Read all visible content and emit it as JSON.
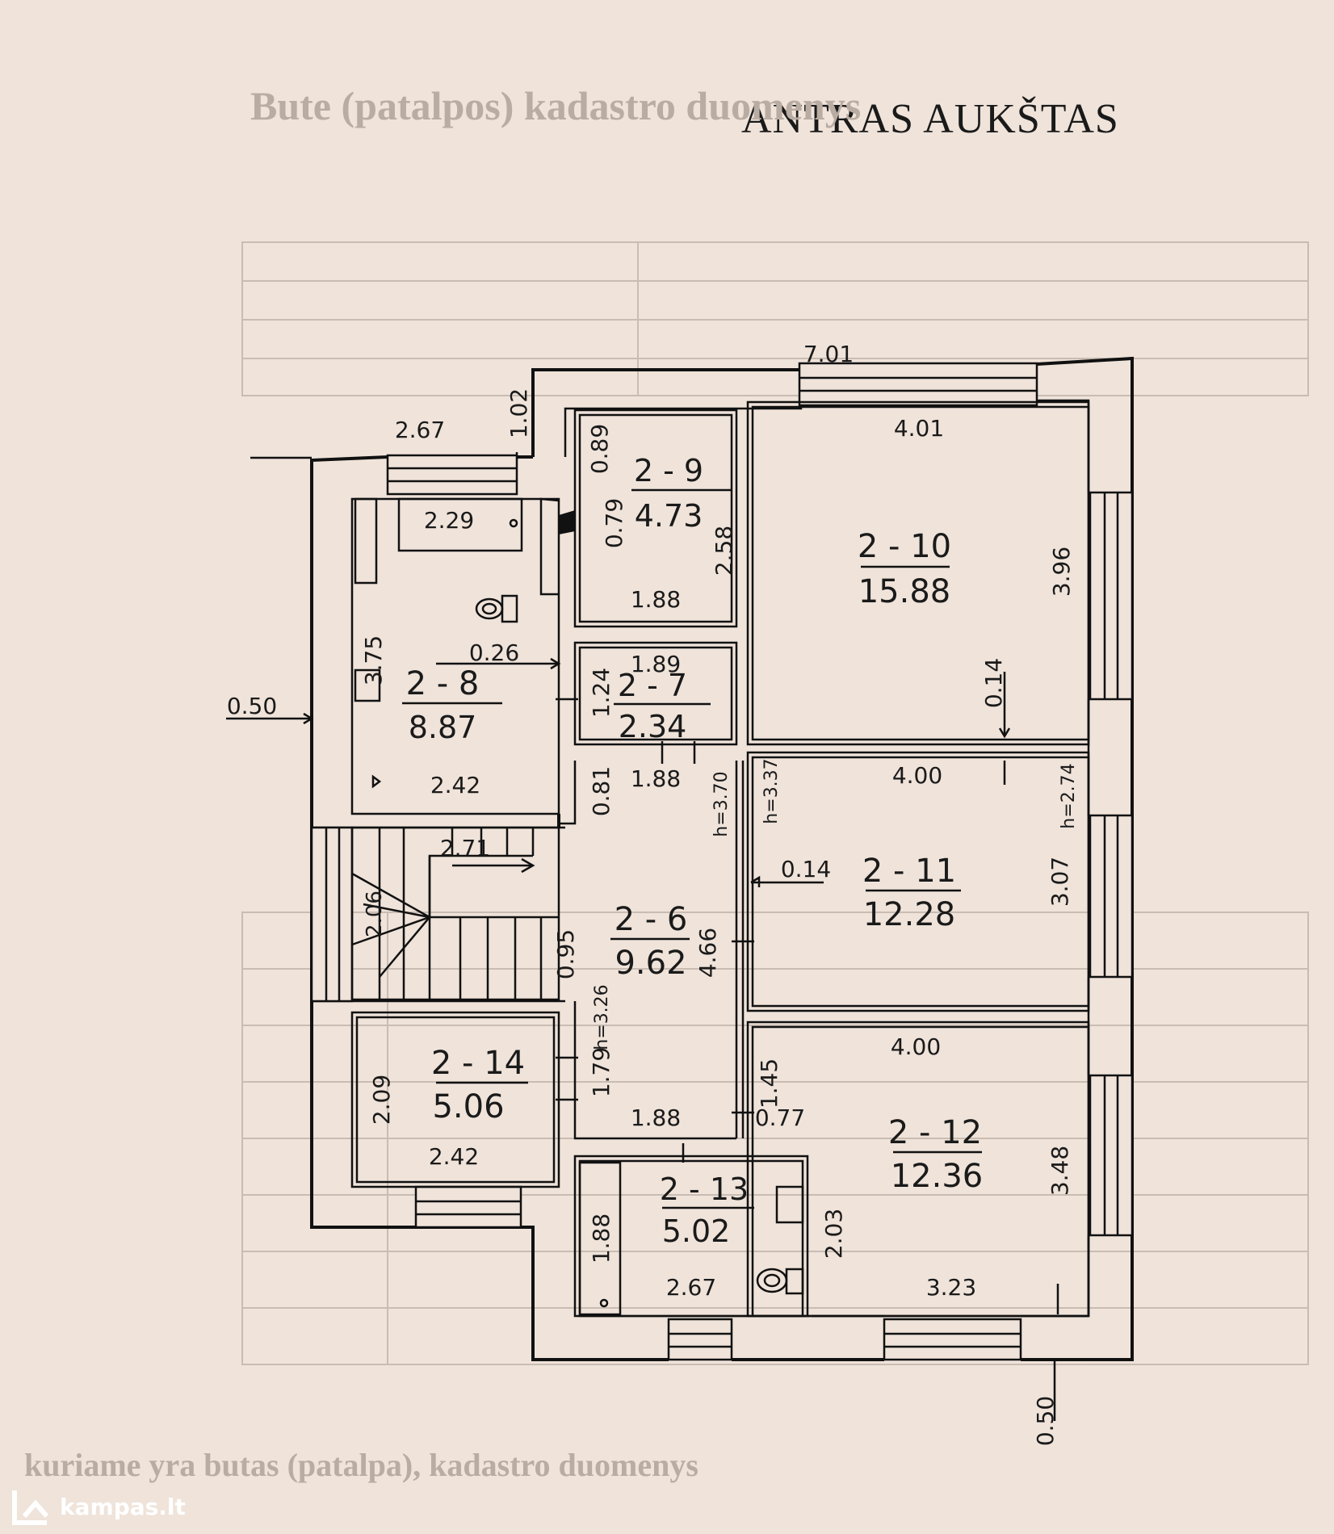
{
  "title": "ANTRAS AUKŠTAS",
  "watermark": "kampas.lt",
  "rooms": [
    {
      "id": "2 - 9",
      "area": "4.73"
    },
    {
      "id": "2 - 10",
      "area": "15.88"
    },
    {
      "id": "2 - 8",
      "area": "8.87"
    },
    {
      "id": "2 - 7",
      "area": "2.34"
    },
    {
      "id": "2 - 6",
      "area": "9.62"
    },
    {
      "id": "2 - 11",
      "area": "12.28"
    },
    {
      "id": "2 - 14",
      "area": "5.06"
    },
    {
      "id": "2 - 13",
      "area": "5.02"
    },
    {
      "id": "2 - 12",
      "area": "12.36"
    }
  ],
  "dimensions": {
    "d7_01": "7.01",
    "d2_67_top": "2.67",
    "d1_02": "1.02",
    "d4_01": "4.01",
    "d0_89": "0.89",
    "d0_79": "0.79",
    "d2_58": "2.58",
    "d1_88_a": "1.88",
    "d3_96": "3.96",
    "d2_29": "2.29",
    "d3_75": "3.75",
    "d0_26": "0.26",
    "d1_89": "1.89",
    "d1_24": "1.24",
    "d0_14_a": "0.14",
    "d0_50_left": "0.50",
    "d2_42_a": "2.42",
    "d0_81": "0.81",
    "d1_88_b": "1.88",
    "h3_70": "h=3.70",
    "h3_37": "h=3.37",
    "d4_00_a": "4.00",
    "h2_74": "h=2.74",
    "d2_71": "2.71",
    "d0_14_b": "0.14",
    "d3_07": "3.07",
    "d2_06": "2.06",
    "d0_95": "0.95",
    "d4_66": "4.66",
    "d2_09": "2.09",
    "h3_26": "h=3.26",
    "d1_79": "1.79",
    "d1_88_c": "1.88",
    "d1_45": "1.45",
    "d0_77": "0.77",
    "d4_00_b": "4.00",
    "d3_48": "3.48",
    "d2_42_b": "2.42",
    "d1_88_d": "1.88",
    "d2_67_b": "2.67",
    "d2_03": "2.03",
    "d3_23": "3.23",
    "d0_50_bottom": "0.50"
  },
  "background_text": {
    "heading1": "Bute (patalpos) kadastro duomenys",
    "heading2": "kuriame yra butas (patalpa), kadastro duomenys"
  }
}
